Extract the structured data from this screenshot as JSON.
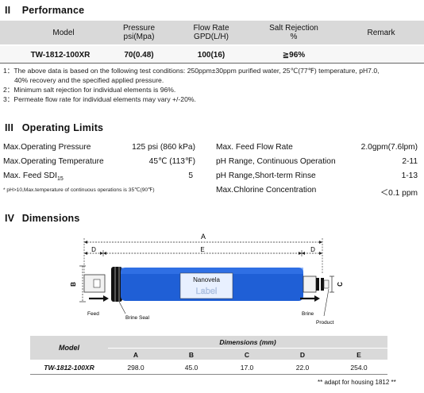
{
  "performance": {
    "section_num": "II",
    "section_title": "Performance",
    "headers": {
      "model": "Model",
      "pressure_1": "Pressure",
      "pressure_2": "psi(Mpa)",
      "flow_1": "Flow Rate",
      "flow_2": "GPD(L/H)",
      "salt_1": "Salt Rejection",
      "salt_2": "%",
      "remark": "Remark"
    },
    "row": {
      "model": "TW-1812-100XR",
      "pressure": "70(0.48)",
      "flow": "100(16)",
      "salt": "≧96%",
      "remark": ""
    },
    "notes": [
      "1：The above data is based on the following test conditions: 250ppm±30ppm purified water, 25℃(77℉) temperature, pH7.0,",
      "40% recovery and the specified applied pressure.",
      "2：Minimum salt rejection for individual elements is 96%.",
      "3：Permeate flow rate for individual elements may vary +/-20%."
    ]
  },
  "limits": {
    "section_num": "III",
    "section_title": "Operating Limits",
    "left": [
      {
        "label": "Max.Operating Pressure",
        "value": "125 psi (860 kPa)"
      },
      {
        "label": "Max.Operating Temperature",
        "value": "45℃ (113℉)"
      },
      {
        "label_main": "Max. Feed SDI",
        "label_sub": "15",
        "value": "5"
      }
    ],
    "right": [
      {
        "label": "Max. Feed Flow Rate",
        "value": "2.0gpm(7.6lpm)"
      },
      {
        "label": "pH Range, Continuous Operation",
        "value": "2-11"
      },
      {
        "label": "pH Range,Short-term Rinse",
        "value": "1-13"
      },
      {
        "label": "Max.Chlorine Concentration",
        "value": "＜0.1 ppm"
      }
    ],
    "footnote": "* pH>10,Max.temperature of continuous operations is 35℃(90℉)"
  },
  "dimensions": {
    "section_num": "IV",
    "section_title": "Dimensions",
    "diagram": {
      "label_A": "A",
      "label_D_left": "D",
      "label_E": "E",
      "label_D_right": "D",
      "label_B": "B",
      "label_C": "C",
      "brand": "Nanovela",
      "label_text": "Label",
      "feed": "Feed",
      "brine_seal": "Brine Seal",
      "brine": "Brine",
      "product": "Product"
    },
    "table": {
      "model_header": "Model",
      "dims_header": "Dimensions (mm)",
      "columns": [
        "A",
        "B",
        "C",
        "D",
        "E"
      ],
      "row_model": "TW-1812-100XR",
      "values": [
        "298.0",
        "45.0",
        "17.0",
        "22.0",
        "254.0"
      ]
    },
    "footnote": "** adapt for housing 1812 **"
  },
  "colors": {
    "membrane_blue": "#1f5fd6",
    "header_gray": "#d9d9d9"
  }
}
